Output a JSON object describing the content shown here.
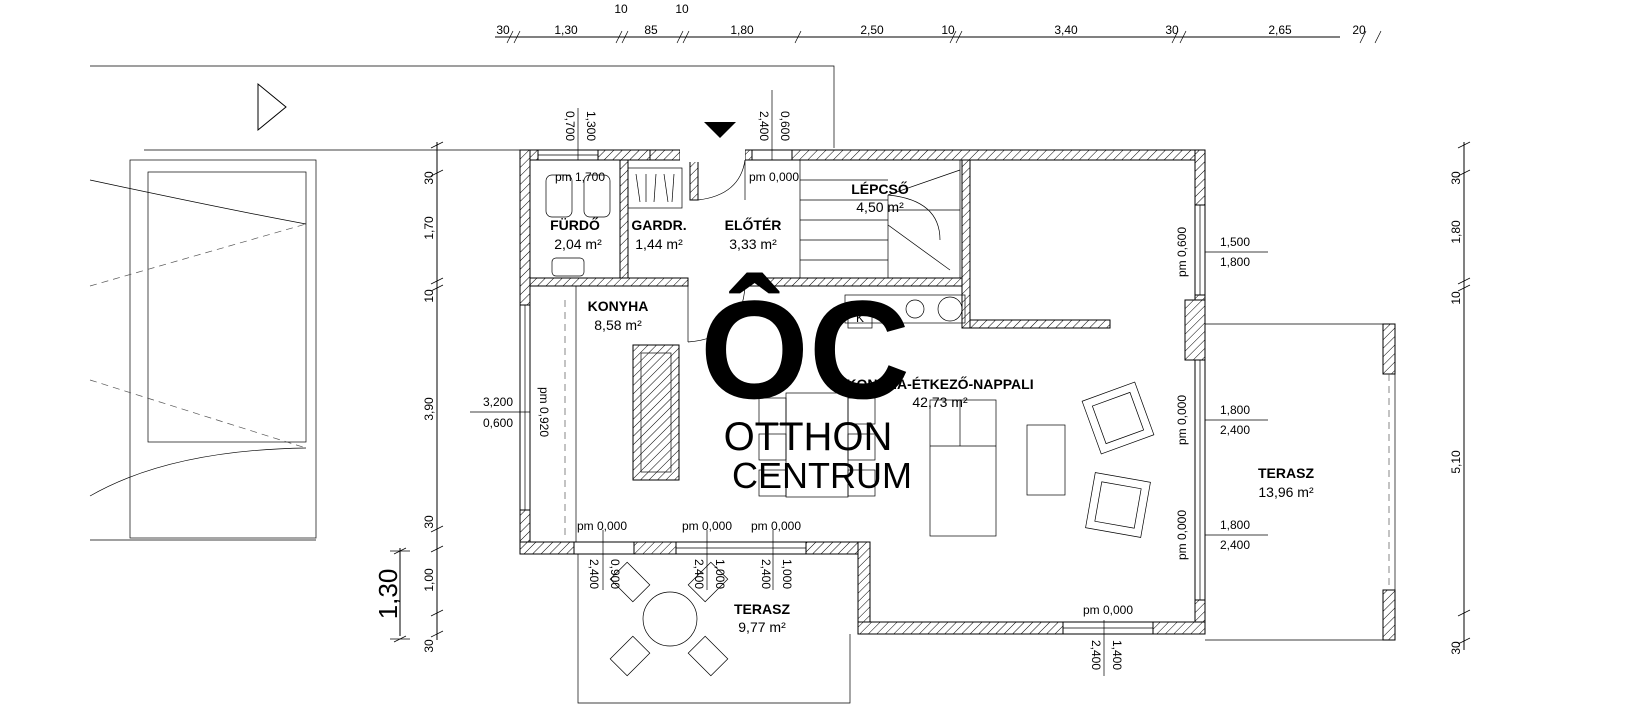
{
  "dimensions": {
    "top_segments": [
      "30",
      "1,30",
      "10",
      "85",
      "10",
      "1,80",
      "2,50",
      "10",
      "3,40",
      "30",
      "2,65",
      "20"
    ],
    "left_segments": [
      "30",
      "1,70",
      "10",
      "3,90",
      "30",
      "1,00",
      "30"
    ],
    "right_segments": [
      "30",
      "1,80",
      "10",
      "5,10",
      "30"
    ],
    "big_left": "1,30"
  },
  "rooms": [
    {
      "name": "FÜRDŐ",
      "area": "2,04 m²"
    },
    {
      "name": "GARDR.",
      "area": "1,44 m²"
    },
    {
      "name": "ELŐTÉR",
      "area": "3,33 m²"
    },
    {
      "name": "LÉPCSŐ",
      "area": "4,50 m²"
    },
    {
      "name": "KONYHA",
      "area": "8,58 m²"
    },
    {
      "name": "KONYHA-ÉTKEZŐ-NAPPALI",
      "area": "42,73 m²"
    },
    {
      "name": "TERASZ",
      "area": "13,96 m²"
    },
    {
      "name": "TERASZ",
      "area": "9,77 m²"
    }
  ],
  "openings": {
    "bath_window": {
      "height": "1,300",
      "sill": "0,700",
      "level": "pm 1,700"
    },
    "entry_door": {
      "height": "2,400",
      "sill": "0,600",
      "level": "pm 0,000"
    },
    "west_window": {
      "height": "3,200",
      "sill": "0,600",
      "level": "pm 0,920"
    },
    "east_upper_window": {
      "height": "1,500",
      "sill": "1,800",
      "level": "pm 0,600"
    },
    "east_middle_door": {
      "height": "1,800",
      "sill": "2,400",
      "level": "pm 0,000"
    },
    "east_lower_door": {
      "height": "1,800",
      "sill": "2,400",
      "level": "pm 0,000"
    },
    "south_left_window": {
      "level": "pm 0,000",
      "height": "2,400",
      "width": "0,900"
    },
    "south_mid_door": {
      "level": "pm 0,000",
      "height": "2,400",
      "width": "1,000"
    },
    "south_right_door": {
      "level": "pm 0,000",
      "height": "2,400",
      "width": "1,000"
    },
    "bottom_door": {
      "level": "pm 0,000",
      "height": "2,400",
      "width": "1,400"
    }
  },
  "kitchen_appliance": "K",
  "watermark": {
    "logo": "ÔC",
    "line1": "OTTHON",
    "line2": "CENTRUM"
  }
}
